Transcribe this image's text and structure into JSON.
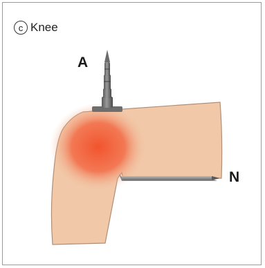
{
  "panel": {
    "letter": "c",
    "title": "Knee"
  },
  "markers": {
    "a": "A",
    "n": "N"
  },
  "colors": {
    "skin": "#f1c8a8",
    "skin_outline": "#b08e76",
    "inflammation": "#f2542d",
    "metal": "#7d7d7d",
    "metal_dark": "#4f4f4f"
  },
  "icons": [
    "circled-letter-icon",
    "needle-icon",
    "electrode-icon"
  ]
}
